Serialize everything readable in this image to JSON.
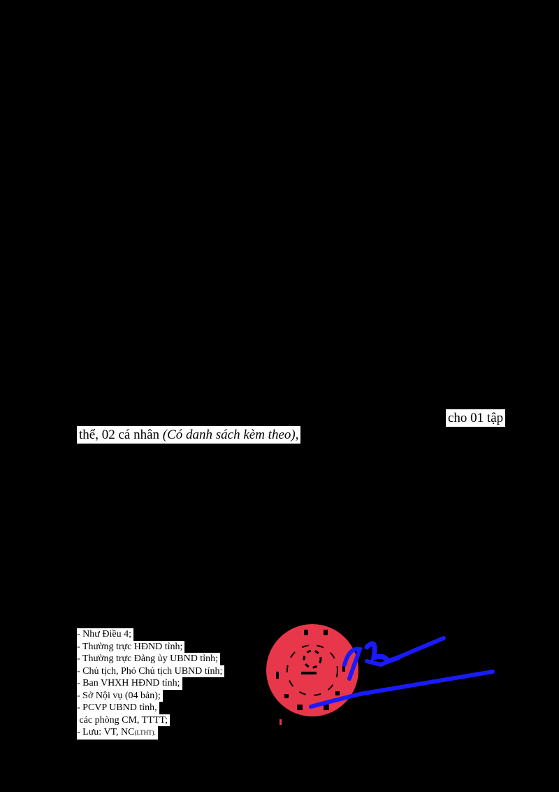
{
  "body_text": {
    "line1_end": "cho 01 tập",
    "line2_start": "thể, 02 cá nhân ",
    "line2_italic": "(Có danh sách kèm theo)",
    "line2_end": ","
  },
  "recipients": {
    "items": [
      "- Như Điều 4;",
      "- Thường trực HĐND tỉnh;",
      "- Thường trực Đảng ủy UBND tỉnh;",
      "- Chủ tịch, Phó Chủ tịch UBND tỉnh;",
      "- Ban VHXH HĐND tỉnh;",
      "- Sở Nội vụ (04 bản);",
      "- PCVP UBND tỉnh,",
      " các phòng CM, TTTT;"
    ],
    "last_prefix": "- Lưu: VT, NC",
    "last_suffix": "(LTHT)."
  },
  "colors": {
    "seal": "#e8374a",
    "signature": "#1a1aff"
  }
}
